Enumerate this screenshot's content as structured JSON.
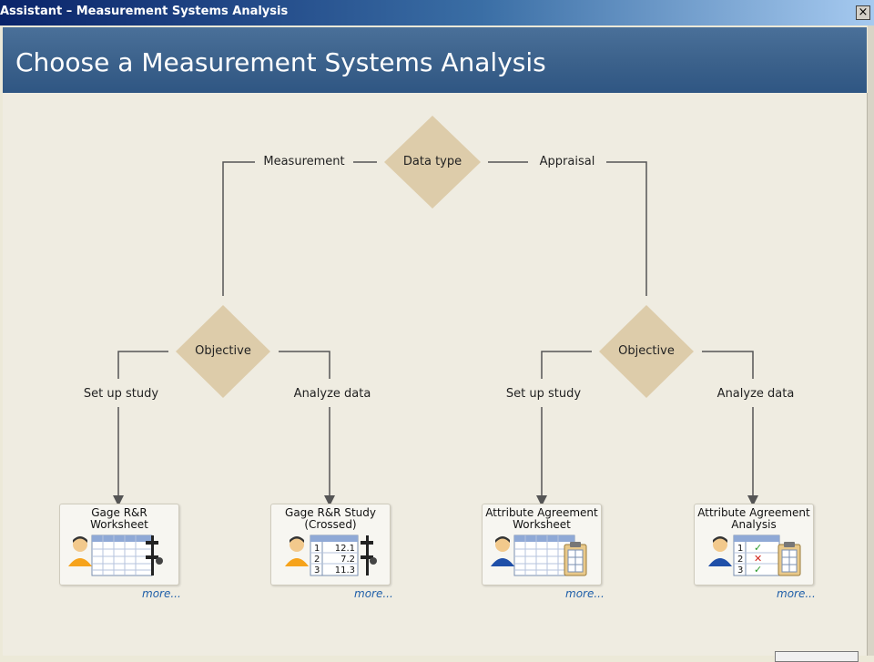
{
  "window": {
    "title": "Assistant – Measurement Systems Analysis",
    "close_label": "×"
  },
  "header": {
    "title": "Choose a Measurement Systems Analysis"
  },
  "tree": {
    "root": "Data type",
    "left_branch": "Measurement",
    "right_branch": "Appraisal",
    "left_objective": "Objective",
    "right_objective": "Objective",
    "left_setup": "Set up study",
    "left_analyze": "Analyze data",
    "right_setup": "Set up study",
    "right_analyze": "Analyze data"
  },
  "cards": [
    {
      "title_line1": "Gage R&R",
      "title_line2": "Worksheet",
      "more": "more..."
    },
    {
      "title_line1": "Gage R&R Study",
      "title_line2": "(Crossed)",
      "more": "more...",
      "rows": [
        {
          "n": "1",
          "v": "12.1"
        },
        {
          "n": "2",
          "v": "7.2"
        },
        {
          "n": "3",
          "v": "11.3"
        }
      ]
    },
    {
      "title_line1": "Attribute Agreement",
      "title_line2": "Worksheet",
      "more": "more..."
    },
    {
      "title_line1": "Attribute Agreement",
      "title_line2": "Analysis",
      "more": "more...",
      "rows": [
        {
          "n": "1",
          "mark": "✓"
        },
        {
          "n": "2",
          "mark": "✕"
        },
        {
          "n": "3",
          "mark": "✓"
        }
      ]
    }
  ],
  "colors": {
    "diamond": "#ddccaa",
    "line": "#555555",
    "link": "#1f5fa9",
    "header": "#3b618b"
  }
}
